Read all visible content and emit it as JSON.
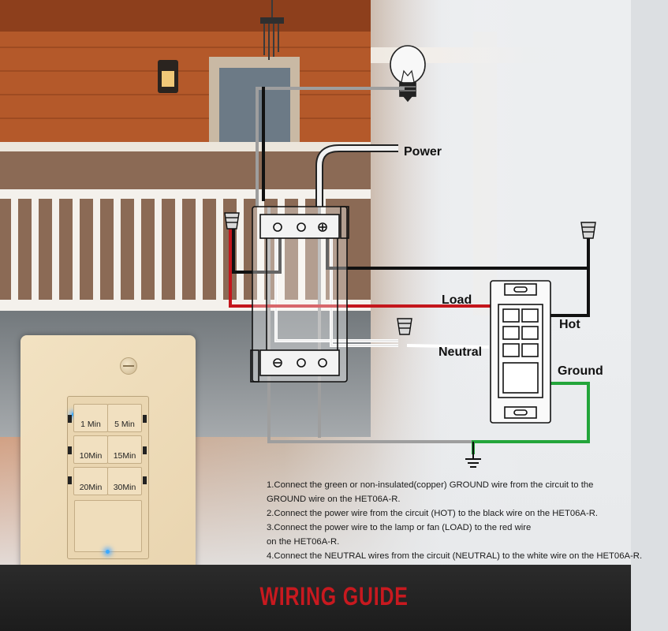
{
  "labels": {
    "power": "Power",
    "load": "Load",
    "hot": "Hot",
    "neutral": "Neutral",
    "ground": "Ground"
  },
  "buttons": [
    "1 Min",
    "5 Min",
    "10Min",
    "15Min",
    "20Min",
    "30Min"
  ],
  "instructions": [
    "1.Connect the green or non-insulated(copper) GROUND wire from the circuit to the",
    "GROUND wire on the HET06A-R.",
    "2.Connect the power wire from the circuit (HOT) to the black wire on the HET06A-R.",
    "3.Connect the power wire to the lamp or fan (LOAD) to the red wire",
    "on the HET06A-R.",
    "4.Connect the NEUTRAL wires from the circuit (NEUTRAL) to the white wire on the HET06A-R."
  ],
  "footer_title": "WIRING GUIDE",
  "colors": {
    "load_wire": "#c4161c",
    "hot_wire": "#111111",
    "ground_wire": "#23a53a",
    "title": "#c8191f"
  },
  "icons": [
    "light-bulb-icon",
    "wire-nut-icon",
    "ground-symbol-icon"
  ]
}
